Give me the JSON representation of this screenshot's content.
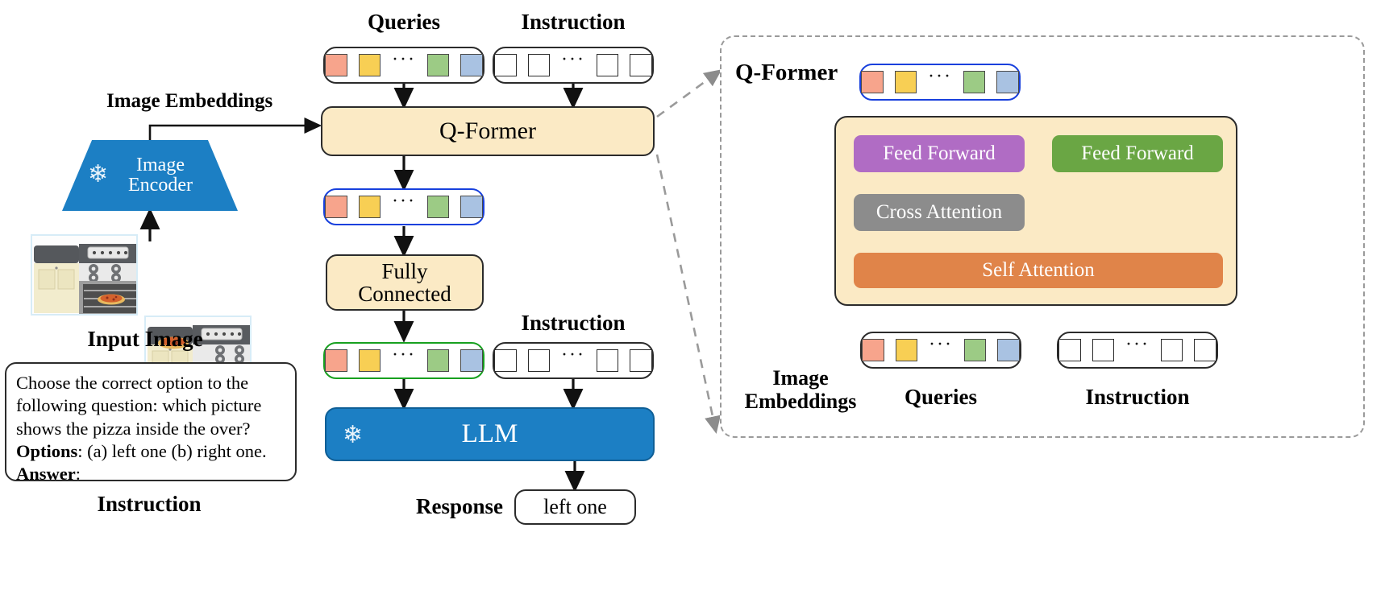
{
  "left": {
    "image_embeddings_label": "Image Embeddings",
    "encoder_label": "Image\nEncoder",
    "encoder_line1": "Image",
    "encoder_line2": "Encoder",
    "frozen_icon": "snowflake-icon",
    "input_image_label": "Input Image",
    "instruction_label": "Instruction",
    "instruction_text_line1": "Choose the correct option to the",
    "instruction_text_line2": "following question: which picture",
    "instruction_text_line3": "shows the pizza inside the over?",
    "options_key": "Options",
    "options_value": ": (a) left one (b) right one.",
    "answer_key": "Answer",
    "answer_value": ":",
    "picture_left_alt": "stove with pizza inside the oven",
    "picture_right_alt": "stove with pizza on the cooktop"
  },
  "center": {
    "queries_label": "Queries",
    "instruction_label_top": "Instruction",
    "qformer_label": "Q-Former",
    "fully_connected_label": "Fully\nConnected",
    "fully_connected_line1": "Fully",
    "fully_connected_line2": "Connected",
    "instruction_label_mid": "Instruction",
    "llm_label": "LLM",
    "response_label": "Response",
    "response_value": "left one",
    "ellipsis": "···"
  },
  "right": {
    "panel_title": "Q-Former",
    "feed_forward_query": "Feed Forward",
    "feed_forward_text": "Feed Forward",
    "cross_attention": "Cross Attention",
    "self_attention": "Self Attention",
    "image_embeddings_label": "Image\nEmbeddings",
    "image_embeddings_line1": "Image",
    "image_embeddings_line2": "Embeddings",
    "queries_label": "Queries",
    "instruction_label": "Instruction",
    "ellipsis": "···"
  },
  "tokens": {
    "query_colors": [
      "#f7a48c",
      "#f8cf54",
      "#9ccb85",
      "#a9c2e2"
    ],
    "empty_count": 4
  },
  "colors": {
    "qformer_fill": "#fbeac5",
    "llm_fill": "#1c7fc4",
    "encoder_fill": "#1c7fc4",
    "feed_forward_query_fill": "#b06cc4",
    "feed_forward_text_fill": "#6aa644",
    "cross_attention_fill": "#8c8c8c",
    "self_attention_fill": "#e08449",
    "highlight_blue": "#1840dd",
    "highlight_green": "#17a01f",
    "dashed_gray": "#9a9a9a"
  }
}
